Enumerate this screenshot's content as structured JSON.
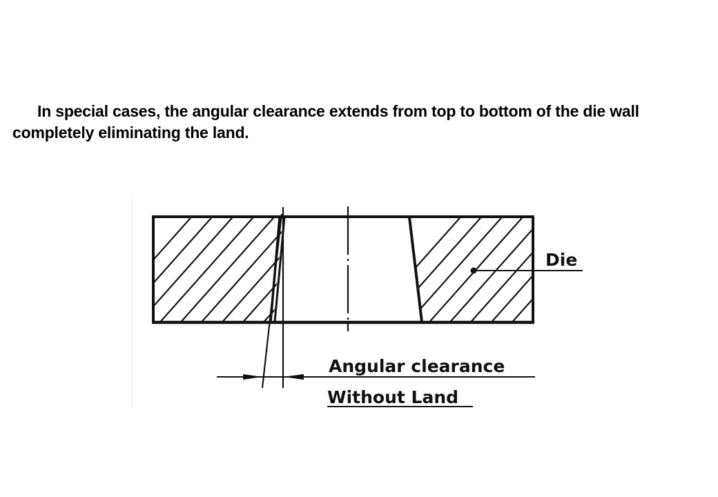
{
  "slide": {
    "caption": "In special cases, the angular clearance extends from top to bottom of the die wall completely eliminating the land."
  },
  "diagram": {
    "labels": {
      "die": "Die",
      "angular_clearance": "Angular clearance",
      "without_land": "Without Land"
    }
  }
}
